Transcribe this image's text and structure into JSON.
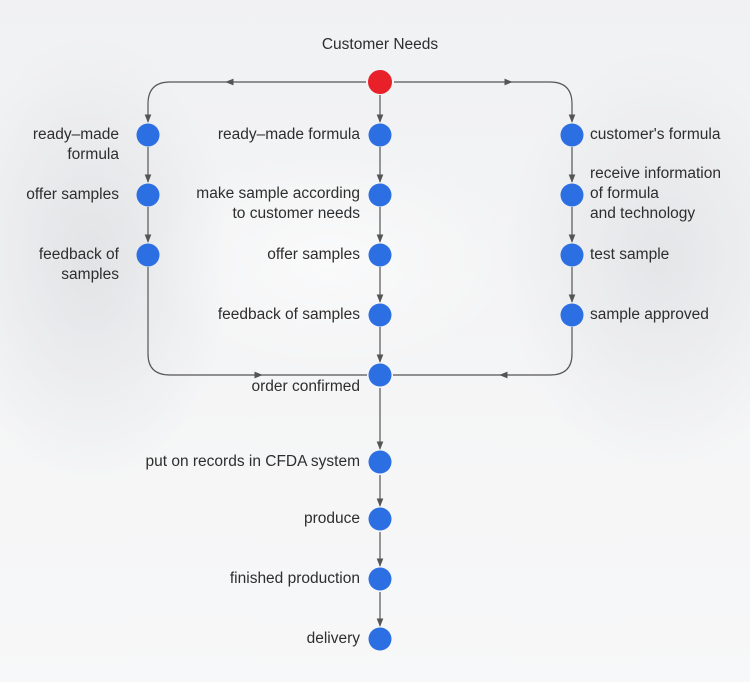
{
  "title": "Customer Needs",
  "colors": {
    "start_node": "#e8202a",
    "node": "#2b6fe3",
    "line": "#555555"
  },
  "left_branch": {
    "step1": [
      "ready–made",
      "formula"
    ],
    "step2": "offer samples",
    "step3": [
      "feedback of",
      "samples"
    ]
  },
  "center_branch": {
    "step1": "ready–made formula",
    "step2": [
      "make sample according",
      "to customer needs"
    ],
    "step3": "offer samples",
    "step4": "feedback of samples"
  },
  "right_branch": {
    "step1": "customer's formula",
    "step2": [
      "receive information",
      "of formula",
      "and technology"
    ],
    "step3": "test sample",
    "step4": "sample approved"
  },
  "merge": "order confirmed",
  "final_steps": [
    "put on records in CFDA system",
    "produce",
    "finished production",
    "delivery"
  ]
}
